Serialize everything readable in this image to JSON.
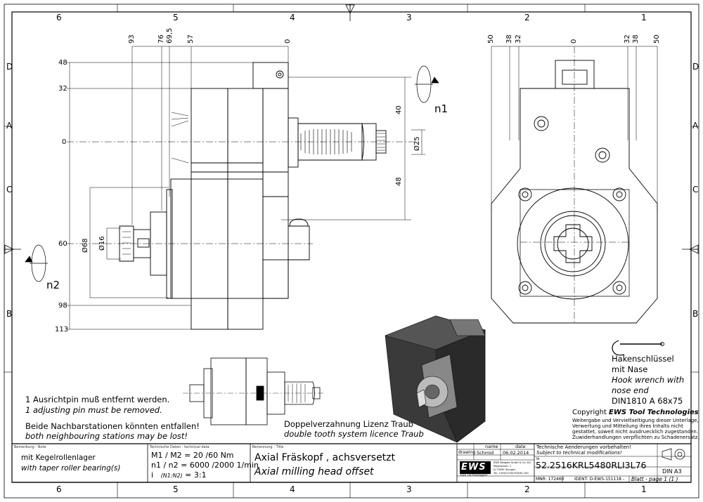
{
  "zones": {
    "top": [
      "6",
      "5",
      "4",
      "3",
      "2",
      "1"
    ],
    "bottom": [
      "6",
      "5",
      "4",
      "3",
      "2",
      "1"
    ],
    "left": [
      "D",
      "C",
      "B"
    ],
    "right": [
      "D",
      "A",
      "C",
      "B"
    ],
    "left_a": "A"
  },
  "dims": {
    "top_left": [
      "93",
      "76",
      "69,5",
      "57",
      "0"
    ],
    "top_right": [
      "50",
      "38",
      "32",
      "0",
      "32",
      "38",
      "50"
    ],
    "left_vert": [
      "48",
      "32",
      "0",
      "60",
      "98",
      "113"
    ],
    "dia68": "Ø68",
    "dia16": "Ø16",
    "dia25": "Ø25",
    "v40": "40",
    "v48": "48"
  },
  "rotation": {
    "n1": "n1",
    "n2": "n2"
  },
  "notes": {
    "pin_de": "1 Ausrichtpin muß entfernt werden.",
    "pin_en": "1 adjusting pin must be removed.",
    "neigh_de": "Beide Nachbarstationen könnten entfallen!",
    "neigh_en": "both neighbouring stations may be lost!",
    "traub_de": "Doppelverzahnung Lizenz Traub",
    "traub_en": "double tooth system licence Traub"
  },
  "wrench": {
    "l1": "Hakenschlüssel",
    "l2": "mit Nase",
    "l3": "Hook wrench with",
    "l4": "nose end",
    "l5": "DIN1810 A 68x75"
  },
  "copyright": {
    "title_prefix": "Copyright ",
    "brand": "EWS Tool Technologies",
    "lines": [
      "Weitergabe und Vervielfaeltigung dieser Unterlage,",
      "Verwertung und Mitteilung ihres Inhalts nicht",
      "gestattet, soweit nicht ausdruecklich zugestanden.",
      "Zuwiderhandlungen verpflichten zu Schadenersatz."
    ]
  },
  "titleblock": {
    "remark_hdr": "Bemerkung - Note",
    "remark_de": "mit Kegelrollenlager",
    "remark_en": "with taper roller bearing(s)",
    "tech_hdr": "Technische Daten - technical data",
    "tech_l1": "M1 / M2 = 20 /60 Nm",
    "tech_l2": "n1 / n2 = 6000 /2000 1/min",
    "tech_l3_a": "i",
    "tech_l3_b": "(N1:N2)",
    "tech_l3_c": "= 3:1",
    "title_hdr": "Benennung - Title",
    "title_de": "Axial Fräskopf , achsversetzt",
    "title_en": "Axial milling head offset",
    "col_name": "name",
    "col_date": "date",
    "row_drawing": "drawing",
    "drawer": "Schmid",
    "draw_date": "06.02.2014",
    "logo": "EWS",
    "logo_sub": "Tool Technologies",
    "company_lines": [
      "EWS Weigele GmbH & Co. KG",
      "Maybachstr. 1",
      "D-73095 Uhingen",
      "Tel. +49(0)7161/93040-100"
    ],
    "change_de": "Technische Aenderungen vorbehalten!",
    "change_en": "Subject to technical modifications!",
    "nr_label": "Nr.",
    "part_no": "52.2516KRL5480RLI3L76",
    "mnr": "MNR: 172460",
    "ident": "IDENT: D-EWS-151118 -",
    "sheet": "Blatt - page 1 (1 )",
    "din": "DIN A3"
  }
}
